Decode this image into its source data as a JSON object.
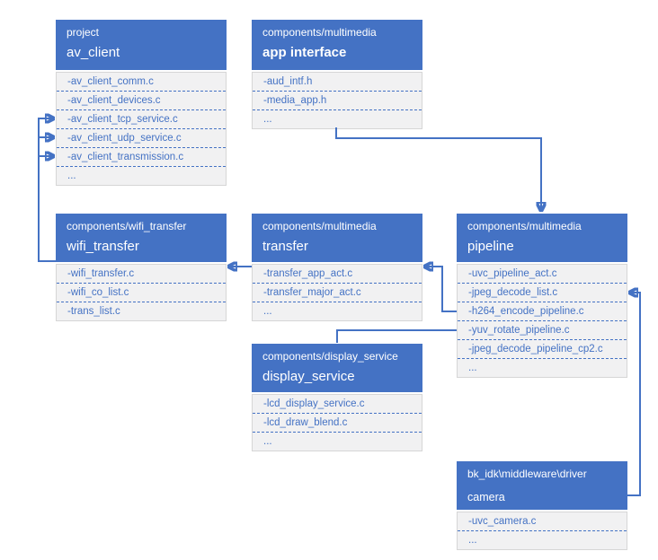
{
  "diagram": {
    "colors": {
      "header_bg": "#4472C4",
      "header_text": "#FFFFFF",
      "body_bg": "#F1F1F2",
      "body_border": "#D6D6D6",
      "item_text": "#4472C4",
      "separator": "#4472C4",
      "connector": "#4472C4"
    },
    "nodes": {
      "av_client": {
        "path": "project",
        "name": "av_client",
        "files": [
          "-av_client_comm.c",
          "-av_client_devices.c",
          "-av_client_tcp_service.c",
          "-av_client_udp_service.c",
          "-av_client_transmission.c",
          "..."
        ]
      },
      "app_interface": {
        "path": "components/multimedia",
        "name": "app interface",
        "files": [
          "-aud_intf.h",
          "-media_app.h",
          "..."
        ]
      },
      "wifi_transfer": {
        "path": "components/wifi_transfer",
        "name": "wifi_transfer",
        "files": [
          "-wifi_transfer.c",
          "-wifi_co_list.c",
          "-trans_list.c"
        ]
      },
      "transfer": {
        "path": "components/multimedia",
        "name": "transfer",
        "files": [
          "-transfer_app_act.c",
          "-transfer_major_act.c",
          "..."
        ]
      },
      "pipeline": {
        "path": "components/multimedia",
        "name": "pipeline",
        "files": [
          "-uvc_pipeline_act.c",
          "-jpeg_decode_list.c",
          "-h264_encode_pipeline.c",
          "-yuv_rotate_pipeline.c",
          "-jpeg_decode_pipeline_cp2.c",
          "..."
        ]
      },
      "display_service": {
        "path": "components/display_service",
        "name": "display_service",
        "files": [
          "-lcd_display_service.c",
          "-lcd_draw_blend.c",
          "..."
        ]
      },
      "camera": {
        "path": "bk_idk\\middleware\\driver",
        "name": "camera",
        "files": [
          "-uvc_camera.c",
          "..."
        ]
      }
    },
    "edges": [
      {
        "from": "app_interface",
        "to": "pipeline",
        "arrowhead": true
      },
      {
        "from": "pipeline:-h264_encode_pipeline.c",
        "to": "transfer",
        "arrowhead": true
      },
      {
        "from": "transfer",
        "to": "wifi_transfer",
        "arrowhead": true
      },
      {
        "from": "wifi_transfer",
        "to": "av_client:-av_client_tcp_service.c",
        "arrowhead": true
      },
      {
        "from": "wifi_transfer",
        "to": "av_client:-av_client_udp_service.c",
        "arrowhead": true
      },
      {
        "from": "wifi_transfer",
        "to": "av_client:-av_client_transmission.c",
        "arrowhead": true
      },
      {
        "from": "pipeline:-yuv_rotate_pipeline.c",
        "to": "display_service",
        "arrowhead": false
      },
      {
        "from": "camera",
        "to": "pipeline:-jpeg_decode_list.c",
        "arrowhead": true
      }
    ]
  }
}
